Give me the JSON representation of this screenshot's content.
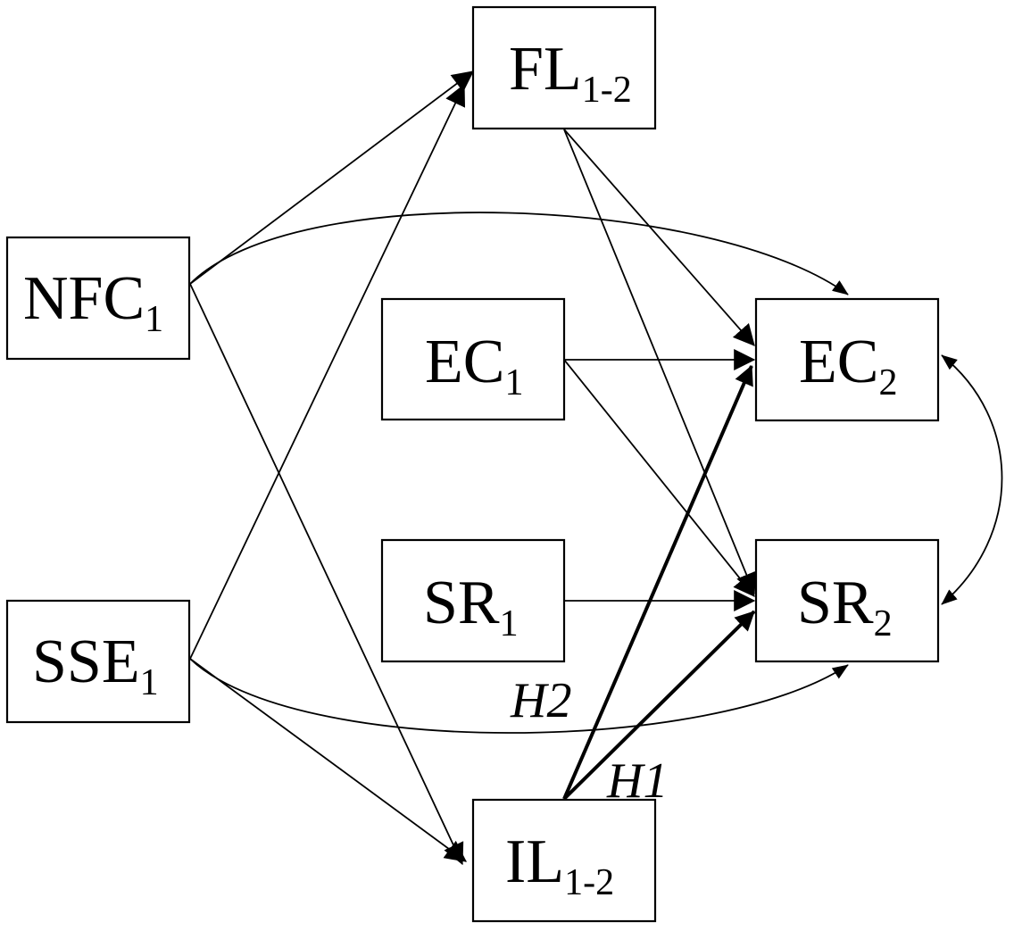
{
  "nodes": {
    "fl": {
      "main": "FL",
      "sub": "1-2"
    },
    "nfc": {
      "main": "NFC",
      "sub": "1"
    },
    "ec1": {
      "main": "EC",
      "sub": "1"
    },
    "ec2": {
      "main": "EC",
      "sub": "2"
    },
    "sr1": {
      "main": "SR",
      "sub": "1"
    },
    "sr2": {
      "main": "SR",
      "sub": "2"
    },
    "sse": {
      "main": "SSE",
      "sub": "1"
    },
    "il": {
      "main": "IL",
      "sub": "1-2"
    }
  },
  "edges": [
    {
      "from": "nfc",
      "to": "fl",
      "style": "normal"
    },
    {
      "from": "nfc",
      "to": "il",
      "style": "normal"
    },
    {
      "from": "nfc",
      "to": "ec2",
      "style": "curved"
    },
    {
      "from": "sse",
      "to": "fl",
      "style": "normal"
    },
    {
      "from": "sse",
      "to": "il",
      "style": "normal"
    },
    {
      "from": "sse",
      "to": "sr2",
      "style": "curved"
    },
    {
      "from": "fl",
      "to": "ec2",
      "style": "normal"
    },
    {
      "from": "fl",
      "to": "sr2",
      "style": "normal"
    },
    {
      "from": "ec1",
      "to": "ec2",
      "style": "normal"
    },
    {
      "from": "ec1",
      "to": "sr2",
      "style": "normal"
    },
    {
      "from": "sr1",
      "to": "sr2",
      "style": "normal"
    },
    {
      "from": "il",
      "to": "ec2",
      "style": "bold",
      "label": "H2"
    },
    {
      "from": "il",
      "to": "sr2",
      "style": "bold",
      "label": "H1"
    },
    {
      "from": "ec2",
      "to": "sr2",
      "style": "double-curved"
    }
  ],
  "hypotheses": {
    "h1": "H1",
    "h2": "H2"
  }
}
